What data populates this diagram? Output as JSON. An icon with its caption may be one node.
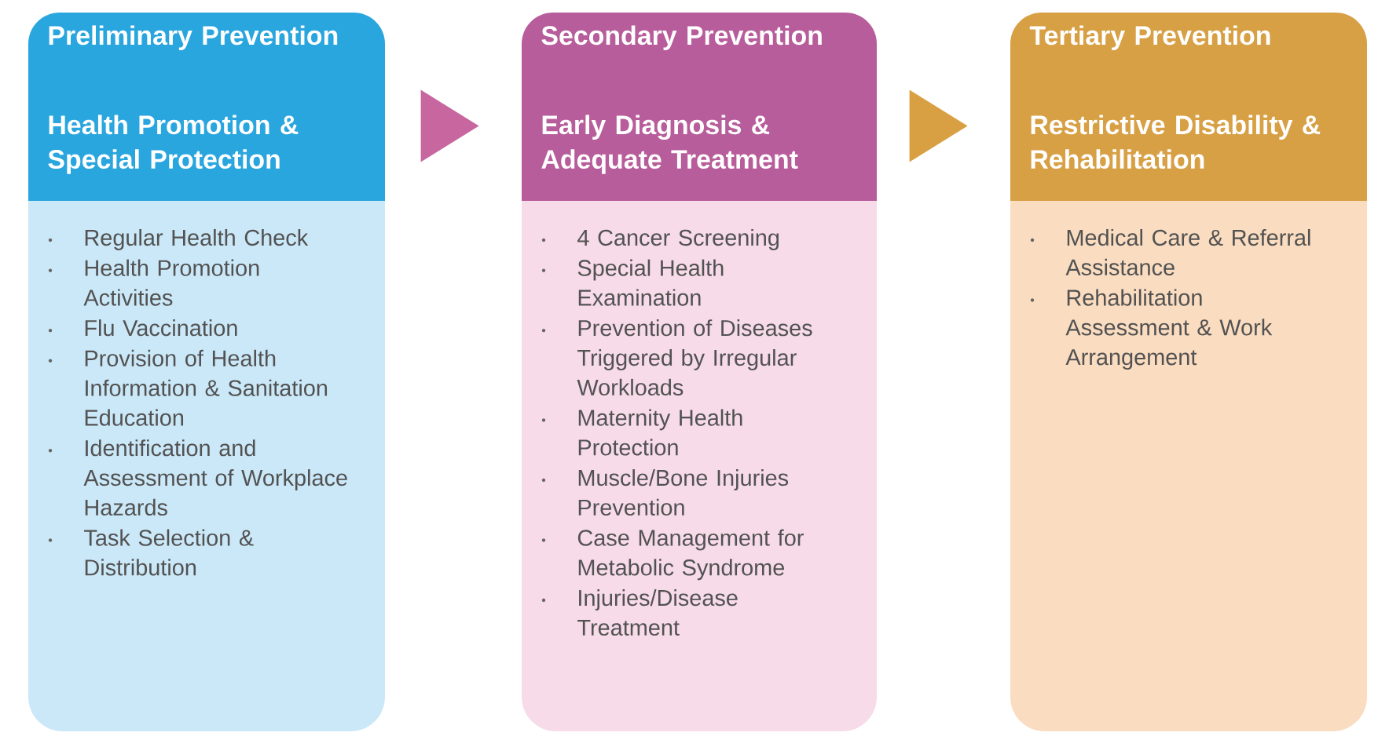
{
  "diagram": {
    "nodes": [
      {
        "text": [
          "Preliminary Prevention",
          "Health Promotion & Special Protection",
          "Regular Health Check",
          "Health Promotion Activities",
          "Flu Vaccination",
          "Provision of Health Information & Sanitation Education",
          "Identification and Assessment of Workplace Hazards",
          "Task Selection & Distribution"
        ]
      },
      {
        "text": [
          "Secondary Prevention",
          "Early Diagnosis & Adequate Treatment",
          "4 Cancer Screening",
          "Special Health Examination",
          "Prevention of Diseases Triggered by Irregular Workloads",
          "Maternity Health Protection",
          "Muscle/Bone Injuries Prevention",
          "Case Management for Metabolic Syndrome",
          "Injuries/Disease Treatment"
        ]
      },
      {
        "text": [
          "Tertiary Prevention",
          "Restrictive Disability & Rehabilitation",
          "Medical Care & Referral Assistance",
          "Rehabilitation Assessment & Work Arrangement"
        ]
      }
    ],
    "edges": [
      {
        "from": 0,
        "to": 1,
        "arrow": "to",
        "color": "#c8679f"
      },
      {
        "from": 1,
        "to": 2,
        "arrow": "to",
        "color": "#d9a043"
      }
    ]
  }
}
